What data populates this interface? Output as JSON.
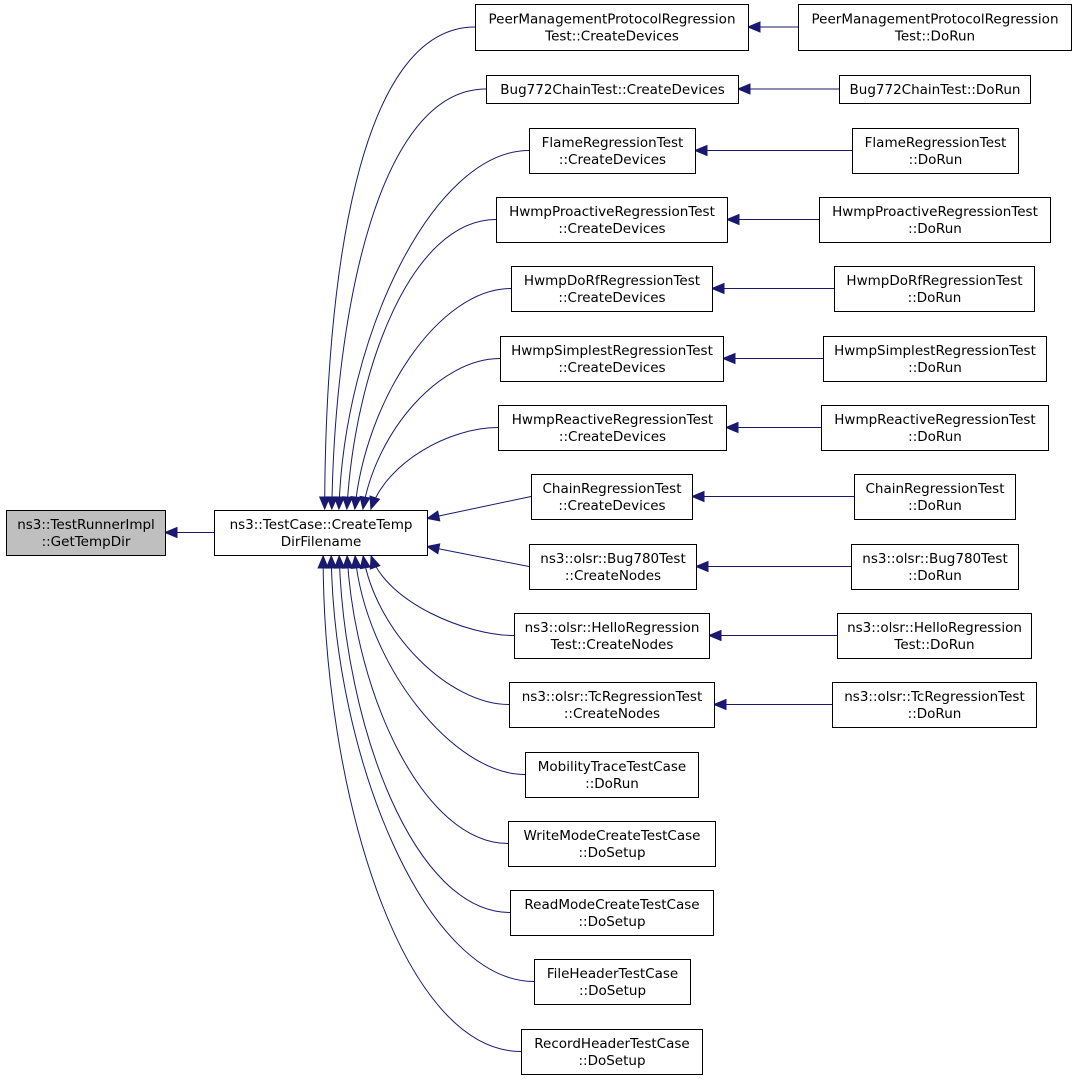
{
  "nodes": {
    "gettempdir": [
      "ns3::TestRunnerImpl",
      "::GetTempDir"
    ],
    "createtemp": [
      "ns3::TestCase::CreateTemp",
      "DirFilename"
    ],
    "pmp_create": [
      "PeerManagementProtocolRegression",
      "Test::CreateDevices"
    ],
    "pmp_run": [
      "PeerManagementProtocolRegression",
      "Test::DoRun"
    ],
    "bug772_create": [
      "Bug772ChainTest::CreateDevices"
    ],
    "bug772_run": [
      "Bug772ChainTest::DoRun"
    ],
    "flame_create": [
      "FlameRegressionTest",
      "::CreateDevices"
    ],
    "flame_run": [
      "FlameRegressionTest",
      "::DoRun"
    ],
    "hpro_create": [
      "HwmpProactiveRegressionTest",
      "::CreateDevices"
    ],
    "hpro_run": [
      "HwmpProactiveRegressionTest",
      "::DoRun"
    ],
    "hdorf_create": [
      "HwmpDoRfRegressionTest",
      "::CreateDevices"
    ],
    "hdorf_run": [
      "HwmpDoRfRegressionTest",
      "::DoRun"
    ],
    "hsimp_create": [
      "HwmpSimplestRegressionTest",
      "::CreateDevices"
    ],
    "hsimp_run": [
      "HwmpSimplestRegressionTest",
      "::DoRun"
    ],
    "hreac_create": [
      "HwmpReactiveRegressionTest",
      "::CreateDevices"
    ],
    "hreac_run": [
      "HwmpReactiveRegressionTest",
      "::DoRun"
    ],
    "chain_create": [
      "ChainRegressionTest",
      "::CreateDevices"
    ],
    "chain_run": [
      "ChainRegressionTest",
      "::DoRun"
    ],
    "bug780_create": [
      "ns3::olsr::Bug780Test",
      "::CreateNodes"
    ],
    "bug780_run": [
      "ns3::olsr::Bug780Test",
      "::DoRun"
    ],
    "hello_create": [
      "ns3::olsr::HelloRegression",
      "Test::CreateNodes"
    ],
    "hello_run": [
      "ns3::olsr::HelloRegression",
      "Test::DoRun"
    ],
    "tc_create": [
      "ns3::olsr::TcRegressionTest",
      "::CreateNodes"
    ],
    "tc_run": [
      "ns3::olsr::TcRegressionTest",
      "::DoRun"
    ],
    "mobility": [
      "MobilityTraceTestCase",
      "::DoRun"
    ],
    "writemode": [
      "WriteModeCreateTestCase",
      "::DoSetup"
    ],
    "readmode": [
      "ReadModeCreateTestCase",
      "::DoSetup"
    ],
    "fileheader": [
      "FileHeaderTestCase",
      "::DoSetup"
    ],
    "recordheader": [
      "RecordHeaderTestCase",
      "::DoSetup"
    ]
  },
  "highlighted": "gettempdir",
  "edges": [
    [
      "createtemp",
      "gettempdir"
    ],
    [
      "pmp_create",
      "createtemp"
    ],
    [
      "bug772_create",
      "createtemp"
    ],
    [
      "flame_create",
      "createtemp"
    ],
    [
      "hpro_create",
      "createtemp"
    ],
    [
      "hdorf_create",
      "createtemp"
    ],
    [
      "hsimp_create",
      "createtemp"
    ],
    [
      "hreac_create",
      "createtemp"
    ],
    [
      "chain_create",
      "createtemp"
    ],
    [
      "bug780_create",
      "createtemp"
    ],
    [
      "hello_create",
      "createtemp"
    ],
    [
      "tc_create",
      "createtemp"
    ],
    [
      "mobility",
      "createtemp"
    ],
    [
      "writemode",
      "createtemp"
    ],
    [
      "readmode",
      "createtemp"
    ],
    [
      "fileheader",
      "createtemp"
    ],
    [
      "recordheader",
      "createtemp"
    ],
    [
      "pmp_run",
      "pmp_create"
    ],
    [
      "bug772_run",
      "bug772_create"
    ],
    [
      "flame_run",
      "flame_create"
    ],
    [
      "hpro_run",
      "hpro_create"
    ],
    [
      "hdorf_run",
      "hdorf_create"
    ],
    [
      "hsimp_run",
      "hsimp_create"
    ],
    [
      "hreac_run",
      "hreac_create"
    ],
    [
      "chain_run",
      "chain_create"
    ],
    [
      "bug780_run",
      "bug780_create"
    ],
    [
      "hello_run",
      "hello_create"
    ],
    [
      "tc_run",
      "tc_create"
    ]
  ],
  "colors": {
    "edge": "#191970",
    "highlight_fill": "#bfbfbf",
    "node_fill": "#ffffff",
    "node_border": "#000000"
  }
}
